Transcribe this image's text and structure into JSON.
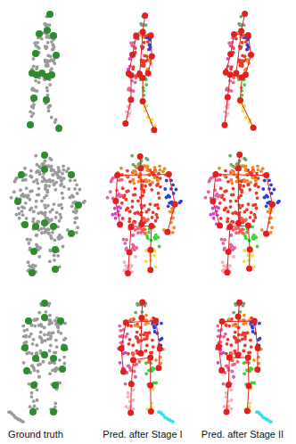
{
  "diagram": {
    "labels": [
      "Ground truth",
      "Pred. after Stage I",
      "Pred. after Stage II"
    ]
  }
}
